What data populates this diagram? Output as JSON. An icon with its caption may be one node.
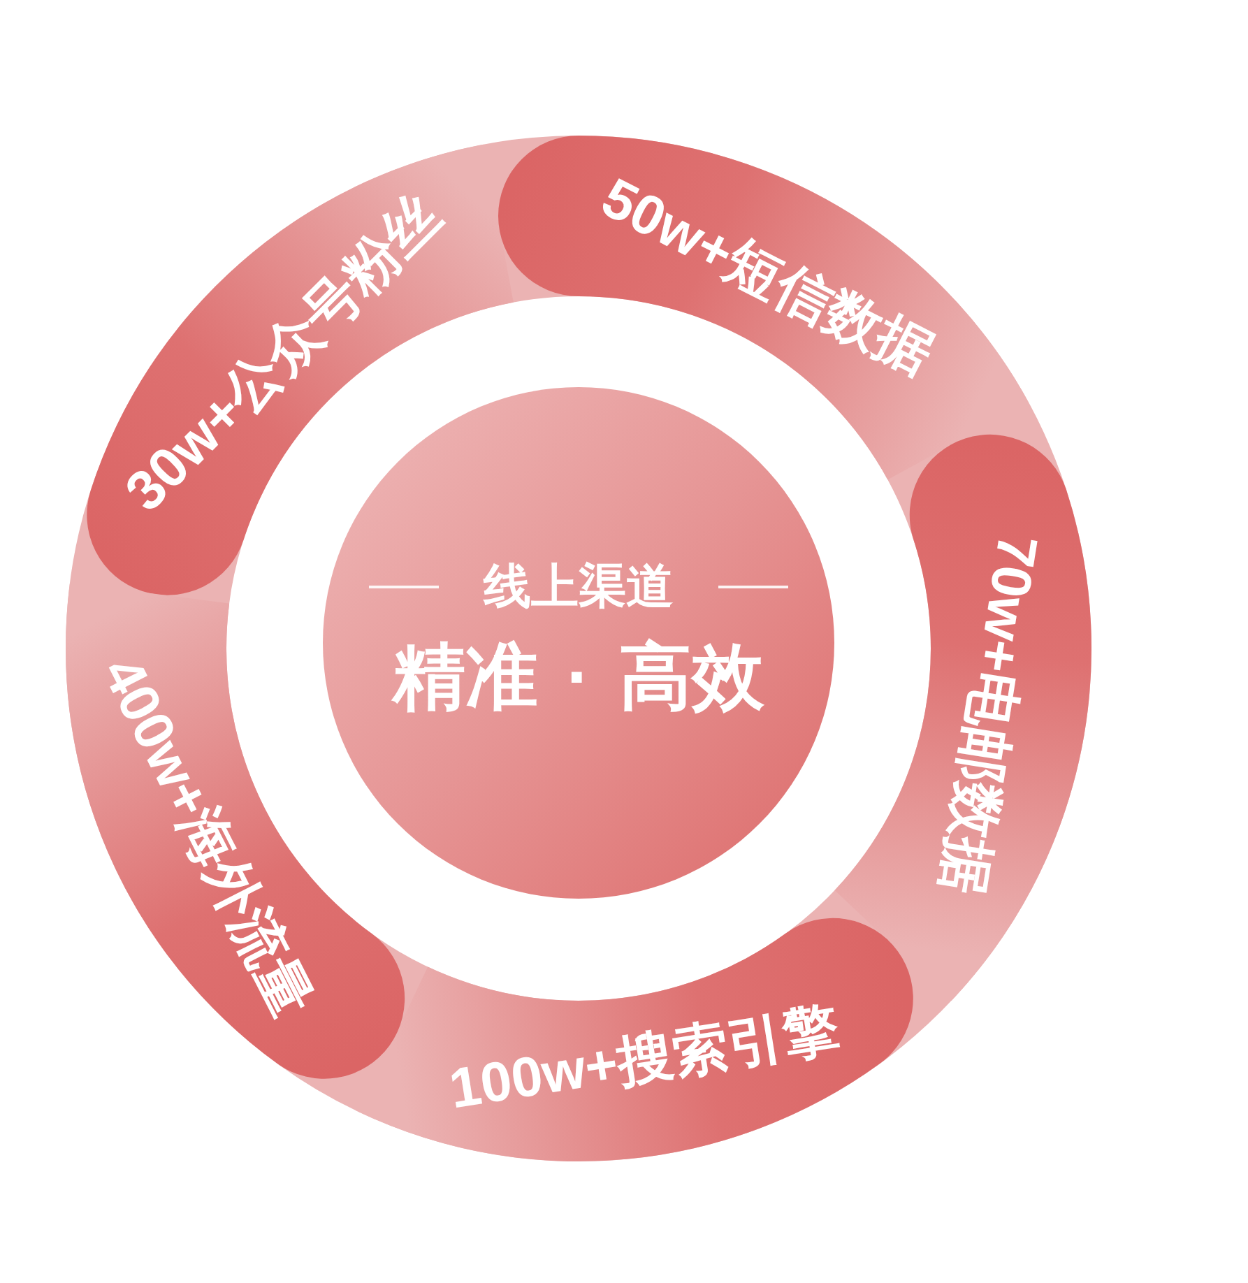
{
  "diagram": {
    "nodes": [
      {
        "text": [
          "30w+公众号粉丝"
        ]
      },
      {
        "text": [
          "50w+短信数据"
        ]
      },
      {
        "text": [
          "70w+电邮数据"
        ]
      },
      {
        "text": [
          "100w+搜索引擎"
        ]
      },
      {
        "text": [
          "400w+海外流量"
        ]
      },
      {
        "text": [
          "线上渠道",
          "精准 · 高效"
        ]
      }
    ]
  }
}
